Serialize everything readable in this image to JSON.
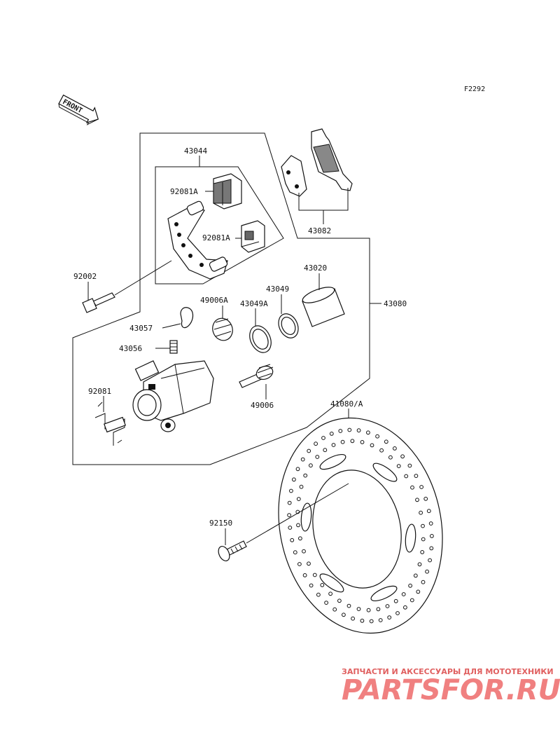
{
  "diagram_code": "F2292",
  "front_label": "FRONT",
  "parts": {
    "caliper_assy": "43080",
    "bracket": "43044",
    "pad_clip_upper": "92081A",
    "pad_clip_lower": "92081A",
    "pads": "43082",
    "bolt_caliper": "92002",
    "piston": "43020",
    "dust_seal": "43049",
    "piston_seal": "43049A",
    "boot": "49006A",
    "bleeder_cap": "43057",
    "bleeder_valve": "43056",
    "spring": "92081",
    "pin": "49006",
    "disc": "41080/A",
    "disc_bolt": "92150"
  },
  "watermark": {
    "tagline": "ЗАПЧАСТИ И АКСЕССУАРЫ ДЛЯ МОТОТЕХНИКИ",
    "logo": "PARTSFOR.RU"
  }
}
